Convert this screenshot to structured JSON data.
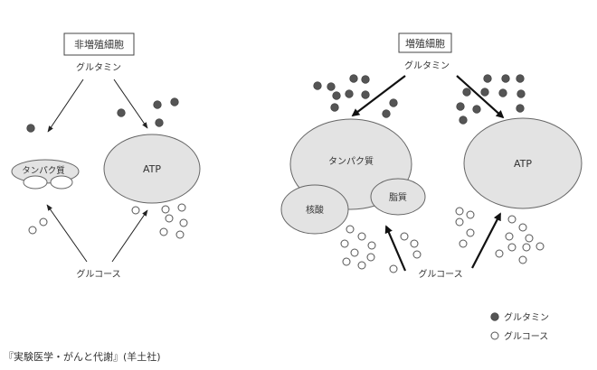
{
  "left_panel": {
    "title": "非増殖細胞",
    "glutamine_label": "グルタミン",
    "protein_label": "タンパク質",
    "atp_label": "ATP",
    "glucose_label": "グルコース"
  },
  "right_panel": {
    "title": "増殖細胞",
    "glutamine_label": "グルタミン",
    "protein_label": "タンパク質",
    "nucleic_acid_label": "核酸",
    "lipid_label": "脂質",
    "atp_label": "ATP",
    "glucose_label": "グルコース"
  },
  "legend": {
    "glutamine": "グルタミン",
    "glucose": "グルコース",
    "glutamine_color": "#555555",
    "glucose_color": "#ffffff"
  },
  "caption": "『実験医学・がんと代謝』(羊土社)"
}
